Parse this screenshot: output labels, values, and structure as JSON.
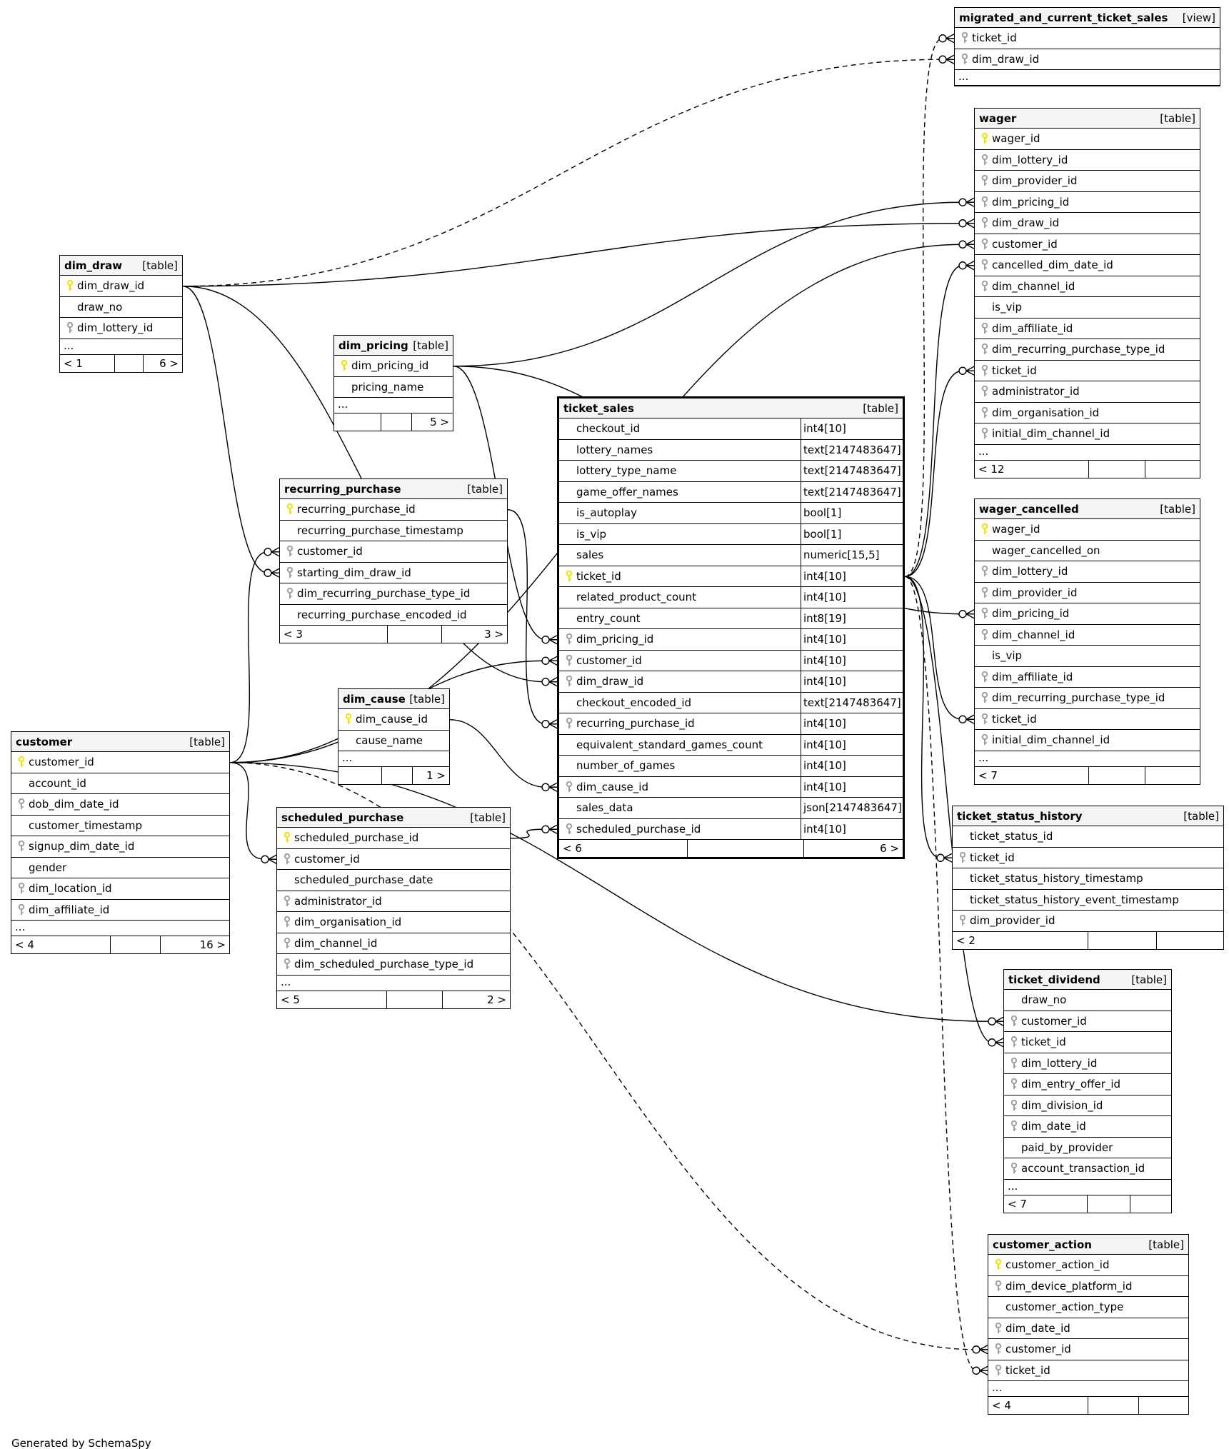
{
  "footer": "Generated by SchemaSpy",
  "icons": {
    "primary_key": "pk-key-icon",
    "foreign_key": "fk-key-icon",
    "pk_color": "#f2e200",
    "fk_color": "#a0a0a0"
  },
  "tables": [
    {
      "id": "migrated_and_current_ticket_sales",
      "name": "migrated_and_current_ticket_sales",
      "kind": "[view]",
      "main": false,
      "columns": [
        {
          "name": "ticket_id",
          "key": "fk"
        },
        {
          "name": "dim_draw_id",
          "key": "fk"
        }
      ],
      "more": "...",
      "footer": null
    },
    {
      "id": "wager",
      "name": "wager",
      "kind": "[table]",
      "main": false,
      "columns": [
        {
          "name": "wager_id",
          "key": "pk"
        },
        {
          "name": "dim_lottery_id",
          "key": "fk"
        },
        {
          "name": "dim_provider_id",
          "key": "fk"
        },
        {
          "name": "dim_pricing_id",
          "key": "fk"
        },
        {
          "name": "dim_draw_id",
          "key": "fk"
        },
        {
          "name": "customer_id",
          "key": "fk"
        },
        {
          "name": "cancelled_dim_date_id",
          "key": "fk"
        },
        {
          "name": "dim_channel_id",
          "key": "fk"
        },
        {
          "name": "is_vip",
          "key": ""
        },
        {
          "name": "dim_affiliate_id",
          "key": "fk"
        },
        {
          "name": "dim_recurring_purchase_type_id",
          "key": "fk"
        },
        {
          "name": "ticket_id",
          "key": "fk"
        },
        {
          "name": "administrator_id",
          "key": "fk"
        },
        {
          "name": "dim_organisation_id",
          "key": "fk"
        },
        {
          "name": "initial_dim_channel_id",
          "key": "fk"
        }
      ],
      "more": "...",
      "footer": {
        "left": "< 12",
        "right": ""
      }
    },
    {
      "id": "dim_draw",
      "name": "dim_draw",
      "kind": "[table]",
      "main": false,
      "columns": [
        {
          "name": "dim_draw_id",
          "key": "pk"
        },
        {
          "name": "draw_no",
          "key": ""
        },
        {
          "name": "dim_lottery_id",
          "key": "fk"
        }
      ],
      "more": "...",
      "footer": {
        "left": "< 1",
        "right": "6 >"
      }
    },
    {
      "id": "dim_pricing",
      "name": "dim_pricing",
      "kind": "[table]",
      "main": false,
      "columns": [
        {
          "name": "dim_pricing_id",
          "key": "pk"
        },
        {
          "name": "pricing_name",
          "key": ""
        }
      ],
      "more": "...",
      "footer": {
        "left": "",
        "right": "5 >"
      }
    },
    {
      "id": "ticket_sales",
      "name": "ticket_sales",
      "kind": "[table]",
      "main": true,
      "columns": [
        {
          "name": "checkout_id",
          "key": "",
          "type": "int4[10]"
        },
        {
          "name": "lottery_names",
          "key": "",
          "type": "text[2147483647]"
        },
        {
          "name": "lottery_type_name",
          "key": "",
          "type": "text[2147483647]"
        },
        {
          "name": "game_offer_names",
          "key": "",
          "type": "text[2147483647]"
        },
        {
          "name": "is_autoplay",
          "key": "",
          "type": "bool[1]"
        },
        {
          "name": "is_vip",
          "key": "",
          "type": "bool[1]"
        },
        {
          "name": "sales",
          "key": "",
          "type": "numeric[15,5]"
        },
        {
          "name": "ticket_id",
          "key": "pk",
          "type": "int4[10]"
        },
        {
          "name": "related_product_count",
          "key": "",
          "type": "int4[10]"
        },
        {
          "name": "entry_count",
          "key": "",
          "type": "int8[19]"
        },
        {
          "name": "dim_pricing_id",
          "key": "fk",
          "type": "int4[10]"
        },
        {
          "name": "customer_id",
          "key": "fk",
          "type": "int4[10]"
        },
        {
          "name": "dim_draw_id",
          "key": "fk",
          "type": "int4[10]"
        },
        {
          "name": "checkout_encoded_id",
          "key": "",
          "type": "text[2147483647]"
        },
        {
          "name": "recurring_purchase_id",
          "key": "fk",
          "type": "int4[10]"
        },
        {
          "name": "equivalent_standard_games_count",
          "key": "",
          "type": "int4[10]"
        },
        {
          "name": "number_of_games",
          "key": "",
          "type": "int4[10]"
        },
        {
          "name": "dim_cause_id",
          "key": "fk",
          "type": "int4[10]"
        },
        {
          "name": "sales_data",
          "key": "",
          "type": "json[2147483647]"
        },
        {
          "name": "scheduled_purchase_id",
          "key": "fk",
          "type": "int4[10]"
        }
      ],
      "more": null,
      "footer": {
        "left": "< 6",
        "right": "6 >"
      }
    },
    {
      "id": "recurring_purchase",
      "name": "recurring_purchase",
      "kind": "[table]",
      "main": false,
      "columns": [
        {
          "name": "recurring_purchase_id",
          "key": "pk"
        },
        {
          "name": "recurring_purchase_timestamp",
          "key": ""
        },
        {
          "name": "customer_id",
          "key": "fk"
        },
        {
          "name": "starting_dim_draw_id",
          "key": "fk"
        },
        {
          "name": "dim_recurring_purchase_type_id",
          "key": "fk"
        },
        {
          "name": "recurring_purchase_encoded_id",
          "key": ""
        }
      ],
      "more": null,
      "footer": {
        "left": "< 3",
        "right": "3 >"
      }
    },
    {
      "id": "wager_cancelled",
      "name": "wager_cancelled",
      "kind": "[table]",
      "main": false,
      "columns": [
        {
          "name": "wager_id",
          "key": "pk"
        },
        {
          "name": "wager_cancelled_on",
          "key": ""
        },
        {
          "name": "dim_lottery_id",
          "key": "fk"
        },
        {
          "name": "dim_provider_id",
          "key": "fk"
        },
        {
          "name": "dim_pricing_id",
          "key": "fk"
        },
        {
          "name": "dim_channel_id",
          "key": "fk"
        },
        {
          "name": "is_vip",
          "key": ""
        },
        {
          "name": "dim_affiliate_id",
          "key": "fk"
        },
        {
          "name": "dim_recurring_purchase_type_id",
          "key": "fk"
        },
        {
          "name": "ticket_id",
          "key": "fk"
        },
        {
          "name": "initial_dim_channel_id",
          "key": "fk"
        }
      ],
      "more": "...",
      "footer": {
        "left": "< 7",
        "right": ""
      }
    },
    {
      "id": "dim_cause",
      "name": "dim_cause",
      "kind": "[table]",
      "main": false,
      "columns": [
        {
          "name": "dim_cause_id",
          "key": "pk"
        },
        {
          "name": "cause_name",
          "key": ""
        }
      ],
      "more": "...",
      "footer": {
        "left": "",
        "right": "1 >"
      }
    },
    {
      "id": "customer",
      "name": "customer",
      "kind": "[table]",
      "main": false,
      "columns": [
        {
          "name": "customer_id",
          "key": "pk"
        },
        {
          "name": "account_id",
          "key": ""
        },
        {
          "name": "dob_dim_date_id",
          "key": "fk"
        },
        {
          "name": "customer_timestamp",
          "key": ""
        },
        {
          "name": "signup_dim_date_id",
          "key": "fk"
        },
        {
          "name": "gender",
          "key": ""
        },
        {
          "name": "dim_location_id",
          "key": "fk"
        },
        {
          "name": "dim_affiliate_id",
          "key": "fk"
        }
      ],
      "more": "...",
      "footer": {
        "left": "< 4",
        "right": "16 >"
      }
    },
    {
      "id": "scheduled_purchase",
      "name": "scheduled_purchase",
      "kind": "[table]",
      "main": false,
      "columns": [
        {
          "name": "scheduled_purchase_id",
          "key": "pk"
        },
        {
          "name": "customer_id",
          "key": "fk"
        },
        {
          "name": "scheduled_purchase_date",
          "key": ""
        },
        {
          "name": "administrator_id",
          "key": "fk"
        },
        {
          "name": "dim_organisation_id",
          "key": "fk"
        },
        {
          "name": "dim_channel_id",
          "key": "fk"
        },
        {
          "name": "dim_scheduled_purchase_type_id",
          "key": "fk"
        }
      ],
      "more": "...",
      "footer": {
        "left": "< 5",
        "right": "2 >"
      }
    },
    {
      "id": "ticket_status_history",
      "name": "ticket_status_history",
      "kind": "[table]",
      "main": false,
      "columns": [
        {
          "name": "ticket_status_id",
          "key": ""
        },
        {
          "name": "ticket_id",
          "key": "fk"
        },
        {
          "name": "ticket_status_history_timestamp",
          "key": ""
        },
        {
          "name": "ticket_status_history_event_timestamp",
          "key": ""
        },
        {
          "name": "dim_provider_id",
          "key": "fk"
        }
      ],
      "more": null,
      "footer": {
        "left": "< 2",
        "right": ""
      }
    },
    {
      "id": "ticket_dividend",
      "name": "ticket_dividend",
      "kind": "[table]",
      "main": false,
      "columns": [
        {
          "name": "draw_no",
          "key": ""
        },
        {
          "name": "customer_id",
          "key": "fk"
        },
        {
          "name": "ticket_id",
          "key": "fk"
        },
        {
          "name": "dim_lottery_id",
          "key": "fk"
        },
        {
          "name": "dim_entry_offer_id",
          "key": "fk"
        },
        {
          "name": "dim_division_id",
          "key": "fk"
        },
        {
          "name": "dim_date_id",
          "key": "fk"
        },
        {
          "name": "paid_by_provider",
          "key": ""
        },
        {
          "name": "account_transaction_id",
          "key": "fk"
        }
      ],
      "more": "...",
      "footer": {
        "left": "< 7",
        "right": ""
      }
    },
    {
      "id": "customer_action",
      "name": "customer_action",
      "kind": "[table]",
      "main": false,
      "columns": [
        {
          "name": "customer_action_id",
          "key": "pk"
        },
        {
          "name": "dim_device_platform_id",
          "key": "fk"
        },
        {
          "name": "customer_action_type",
          "key": ""
        },
        {
          "name": "dim_date_id",
          "key": "fk"
        },
        {
          "name": "customer_id",
          "key": "fk"
        },
        {
          "name": "ticket_id",
          "key": "fk"
        }
      ],
      "more": "...",
      "footer": {
        "left": "< 4",
        "right": ""
      }
    }
  ],
  "relationships": [
    {
      "from": "dim_draw.dim_draw_id",
      "to": "migrated_and_current_ticket_sales.dim_draw_id",
      "style": "dashed"
    },
    {
      "from": "dim_draw.dim_draw_id",
      "to": "wager.dim_draw_id",
      "style": "solid"
    },
    {
      "from": "dim_draw.dim_draw_id",
      "to": "ticket_sales.dim_draw_id",
      "style": "solid"
    },
    {
      "from": "dim_draw.dim_draw_id",
      "to": "recurring_purchase.starting_dim_draw_id",
      "style": "solid"
    },
    {
      "from": "dim_pricing.dim_pricing_id",
      "to": "wager.dim_pricing_id",
      "style": "solid"
    },
    {
      "from": "dim_pricing.dim_pricing_id",
      "to": "wager_cancelled.dim_pricing_id",
      "style": "solid"
    },
    {
      "from": "dim_pricing.dim_pricing_id",
      "to": "ticket_sales.dim_pricing_id",
      "style": "solid"
    },
    {
      "from": "customer.customer_id",
      "to": "wager.customer_id",
      "style": "solid"
    },
    {
      "from": "customer.customer_id",
      "to": "ticket_sales.customer_id",
      "style": "solid"
    },
    {
      "from": "customer.customer_id",
      "to": "recurring_purchase.customer_id",
      "style": "solid"
    },
    {
      "from": "customer.customer_id",
      "to": "scheduled_purchase.customer_id",
      "style": "solid"
    },
    {
      "from": "customer.customer_id",
      "to": "ticket_dividend.customer_id",
      "style": "solid"
    },
    {
      "from": "customer.customer_id",
      "to": "customer_action.customer_id",
      "style": "dashed"
    },
    {
      "from": "recurring_purchase.recurring_purchase_id",
      "to": "ticket_sales.recurring_purchase_id",
      "style": "solid"
    },
    {
      "from": "dim_cause.dim_cause_id",
      "to": "ticket_sales.dim_cause_id",
      "style": "solid"
    },
    {
      "from": "scheduled_purchase.scheduled_purchase_id",
      "to": "ticket_sales.scheduled_purchase_id",
      "style": "solid"
    },
    {
      "from": "ticket_sales.ticket_id",
      "to": "migrated_and_current_ticket_sales.ticket_id",
      "style": "dashed"
    },
    {
      "from": "ticket_sales.ticket_id",
      "to": "wager.ticket_id",
      "style": "solid"
    },
    {
      "from": "ticket_sales.ticket_id",
      "to": "wager.cancelled_dim_date_id",
      "style": "solid"
    },
    {
      "from": "ticket_sales.ticket_id",
      "to": "wager_cancelled.ticket_id",
      "style": "solid"
    },
    {
      "from": "ticket_sales.ticket_id",
      "to": "ticket_status_history.ticket_id",
      "style": "solid"
    },
    {
      "from": "ticket_sales.ticket_id",
      "to": "ticket_dividend.ticket_id",
      "style": "solid"
    },
    {
      "from": "ticket_sales.ticket_id",
      "to": "customer_action.ticket_id",
      "style": "dashed"
    }
  ]
}
